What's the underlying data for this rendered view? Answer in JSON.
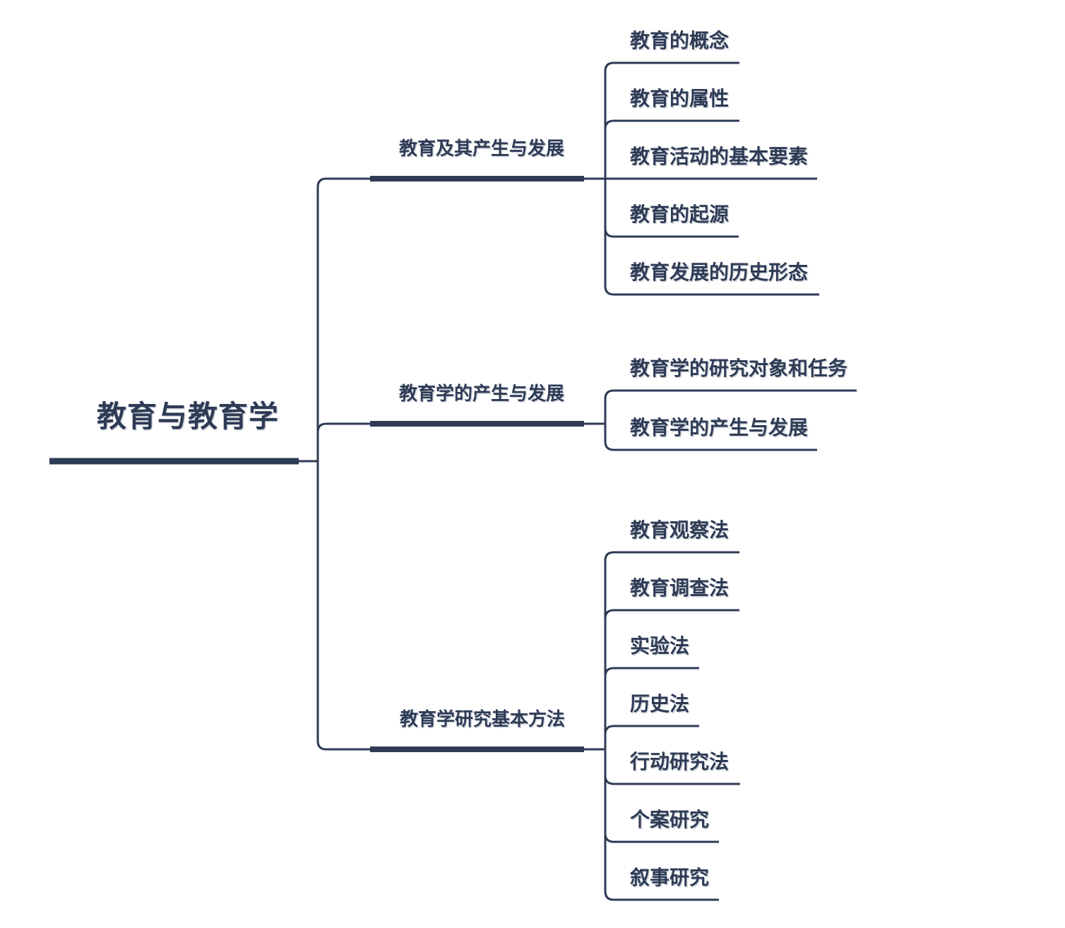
{
  "theme": {
    "accent_color": "#2e3b55",
    "background_color": "#ffffff"
  },
  "diagram": {
    "type": "mindmap",
    "root": {
      "label": "教育与教育学"
    },
    "branches": [
      {
        "label": "教育及其产生与发展",
        "children": [
          {
            "label": "教育的概念"
          },
          {
            "label": "教育的属性"
          },
          {
            "label": "教育活动的基本要素"
          },
          {
            "label": "教育的起源"
          },
          {
            "label": "教育发展的历史形态"
          }
        ]
      },
      {
        "label": "教育学的产生与发展",
        "children": [
          {
            "label": "教育学的研究对象和任务"
          },
          {
            "label": "教育学的产生与发展"
          }
        ]
      },
      {
        "label": "教育学研究基本方法",
        "children": [
          {
            "label": "教育观察法"
          },
          {
            "label": "教育调查法"
          },
          {
            "label": "实验法"
          },
          {
            "label": "历史法"
          },
          {
            "label": "行动研究法"
          },
          {
            "label": "个案研究"
          },
          {
            "label": "叙事研究"
          }
        ]
      }
    ]
  }
}
